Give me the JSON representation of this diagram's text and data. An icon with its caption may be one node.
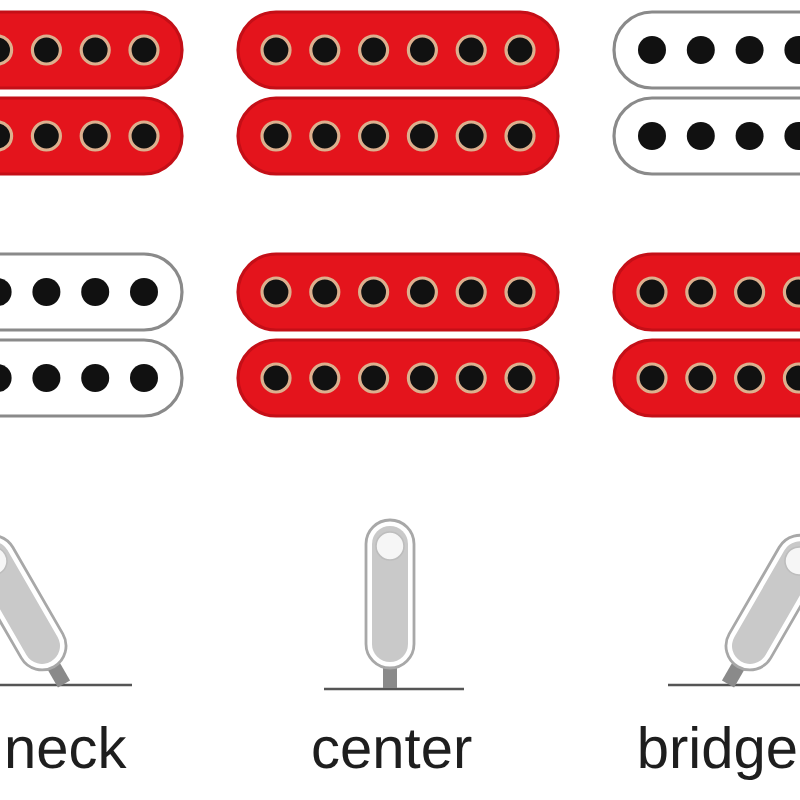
{
  "diagram": {
    "labels": [
      "neck",
      "center",
      "bridge"
    ]
  }
}
